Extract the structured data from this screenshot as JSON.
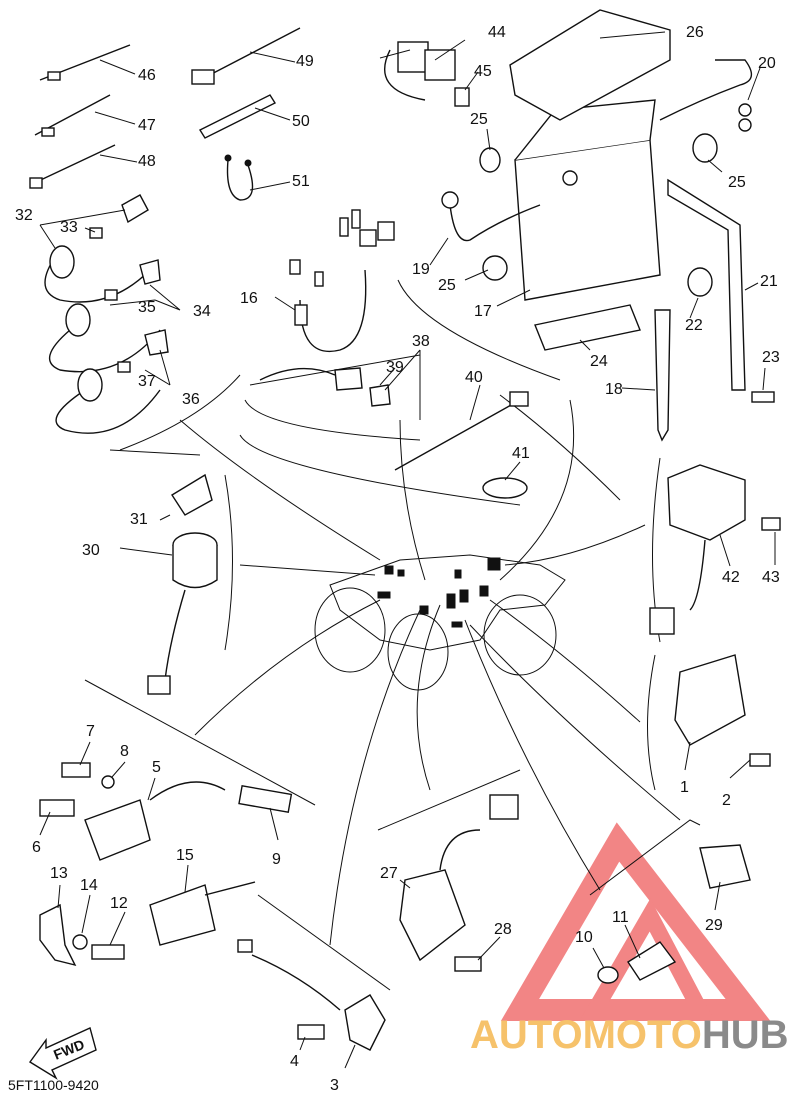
{
  "diagram_code": "5FT1100-9420",
  "fwd_label": "FWD",
  "watermark": {
    "part1": "AUTO",
    "part2": "MOTO",
    "part3": "HUB",
    "color1": "#f6c26b",
    "color2": "#f6c26b",
    "color3": "#8a8a8a",
    "logo_color": "#f07070"
  },
  "part_numbers": [
    "1",
    "2",
    "3",
    "4",
    "5",
    "6",
    "7",
    "8",
    "9",
    "10",
    "11",
    "12",
    "13",
    "14",
    "15",
    "16",
    "17",
    "18",
    "19",
    "20",
    "21",
    "22",
    "23",
    "24",
    "25",
    "25",
    "25",
    "26",
    "27",
    "28",
    "29",
    "30",
    "31",
    "32",
    "33",
    "34",
    "35",
    "36",
    "37",
    "38",
    "39",
    "40",
    "41",
    "42",
    "43",
    "44",
    "45",
    "46",
    "47",
    "48",
    "49",
    "50",
    "51"
  ]
}
